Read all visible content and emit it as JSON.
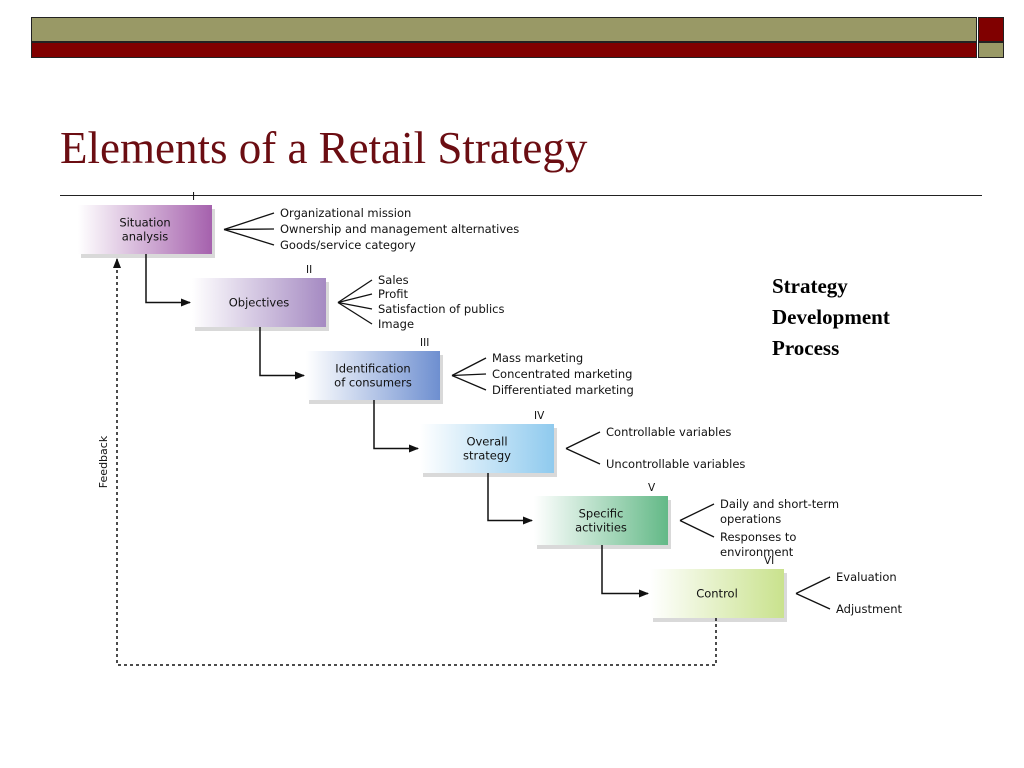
{
  "slide": {
    "title": "Elements of a Retail Strategy",
    "side_caption": [
      "Strategy",
      "Development",
      "Process"
    ],
    "colors": {
      "olive": "#999966",
      "maroon": "#800000",
      "title": "#6b0d12"
    }
  },
  "diagram": {
    "feedback_label": "Feedback",
    "stages": [
      {
        "numeral": "I",
        "label": [
          "Situation",
          "analysis"
        ],
        "color": "#a561ad",
        "items": [
          "Organizational mission",
          "Ownership and management alternatives",
          "Goods/service category"
        ]
      },
      {
        "numeral": "II",
        "label": [
          "Objectives"
        ],
        "color": "#a58ac2",
        "items": [
          "Sales",
          "Profit",
          "Satisfaction of publics",
          "Image"
        ]
      },
      {
        "numeral": "III",
        "label": [
          "Identification",
          "of consumers"
        ],
        "color": "#6e8fd0",
        "items": [
          "Mass marketing",
          "Concentrated marketing",
          "Differentiated marketing"
        ]
      },
      {
        "numeral": "IV",
        "label": [
          "Overall",
          "strategy"
        ],
        "color": "#8fcaee",
        "items": [
          "Controllable variables",
          "Uncontrollable variables"
        ]
      },
      {
        "numeral": "V",
        "label": [
          "Specific",
          "activities"
        ],
        "color": "#63b987",
        "items": [
          [
            "Daily and short-term",
            "operations"
          ],
          [
            "Responses to",
            "environment"
          ]
        ]
      },
      {
        "numeral": "VI",
        "label": [
          "Control"
        ],
        "color": "#c9e28d",
        "items": [
          "Evaluation",
          "Adjustment"
        ]
      }
    ]
  }
}
